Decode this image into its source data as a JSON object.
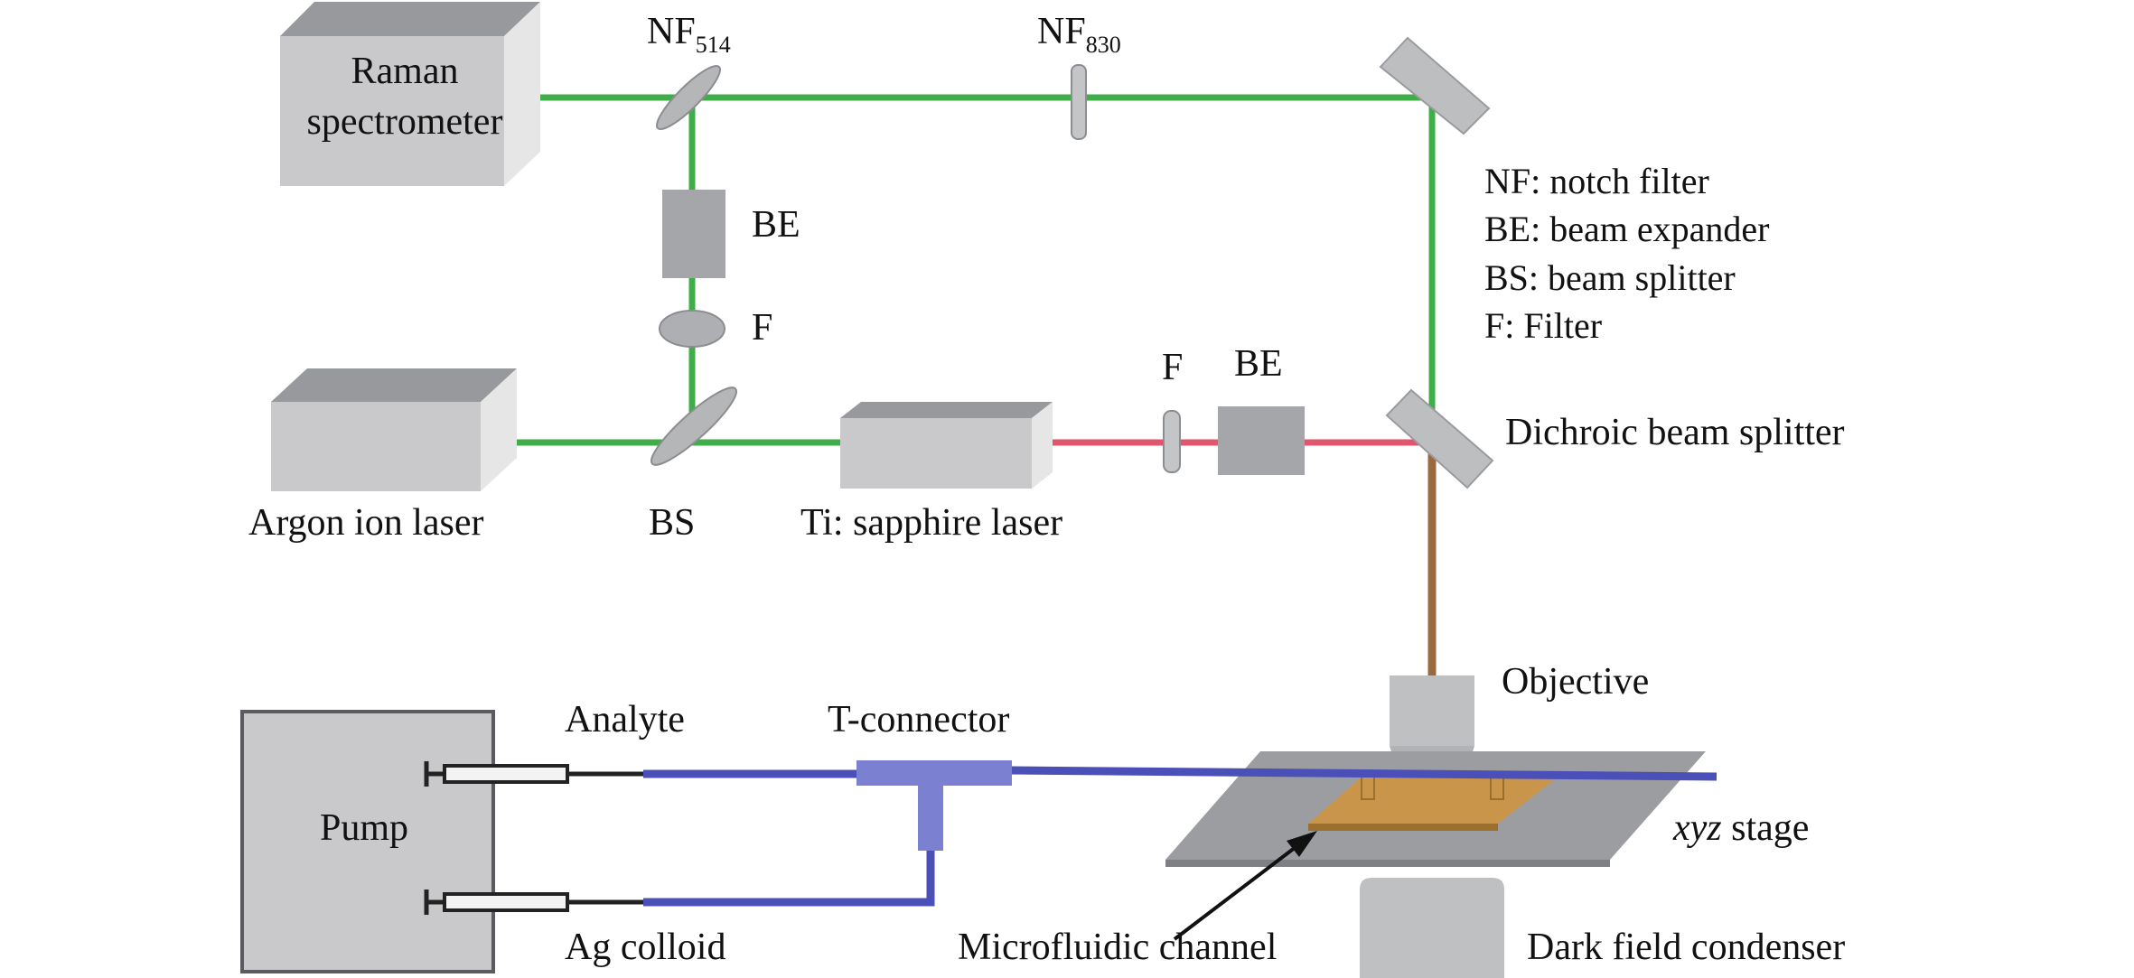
{
  "labels": {
    "raman_spectrometer_line1": "Raman",
    "raman_spectrometer_line2": "spectrometer",
    "nf_514_base": "NF",
    "nf_514_sub": "514",
    "nf_830_base": "NF",
    "nf_830_sub": "830",
    "be_upper": "BE",
    "f_upper": "F",
    "argon_ion_laser": "Argon ion laser",
    "bs": "BS",
    "ti_sapphire_laser": "Ti: sapphire laser",
    "f_lower": "F",
    "be_lower": "BE",
    "dichroic_beam_splitter": "Dichroic beam splitter",
    "objective": "Objective",
    "xyz_italic": "xyz",
    "stage": " stage",
    "microfluidic_channel": "Microfluidic channel",
    "dark_field_condenser": "Dark field condenser",
    "pump": "Pump",
    "analyte": "Analyte",
    "ag_colloid": "Ag colloid",
    "t_connector": "T-connector"
  },
  "legend": [
    "NF: notch filter",
    "BE: beam expander",
    "BS: beam splitter",
    "F: Filter"
  ],
  "colors": {
    "green_beam": "#3fae49",
    "red_beam": "#e0566e",
    "brown_beam": "#9a6a3e",
    "tubing": "#4a50b8",
    "box_front": "#c9c9cb",
    "box_top": "#98999c",
    "box_side": "#e6e6e7",
    "channel": "#c8954a"
  }
}
